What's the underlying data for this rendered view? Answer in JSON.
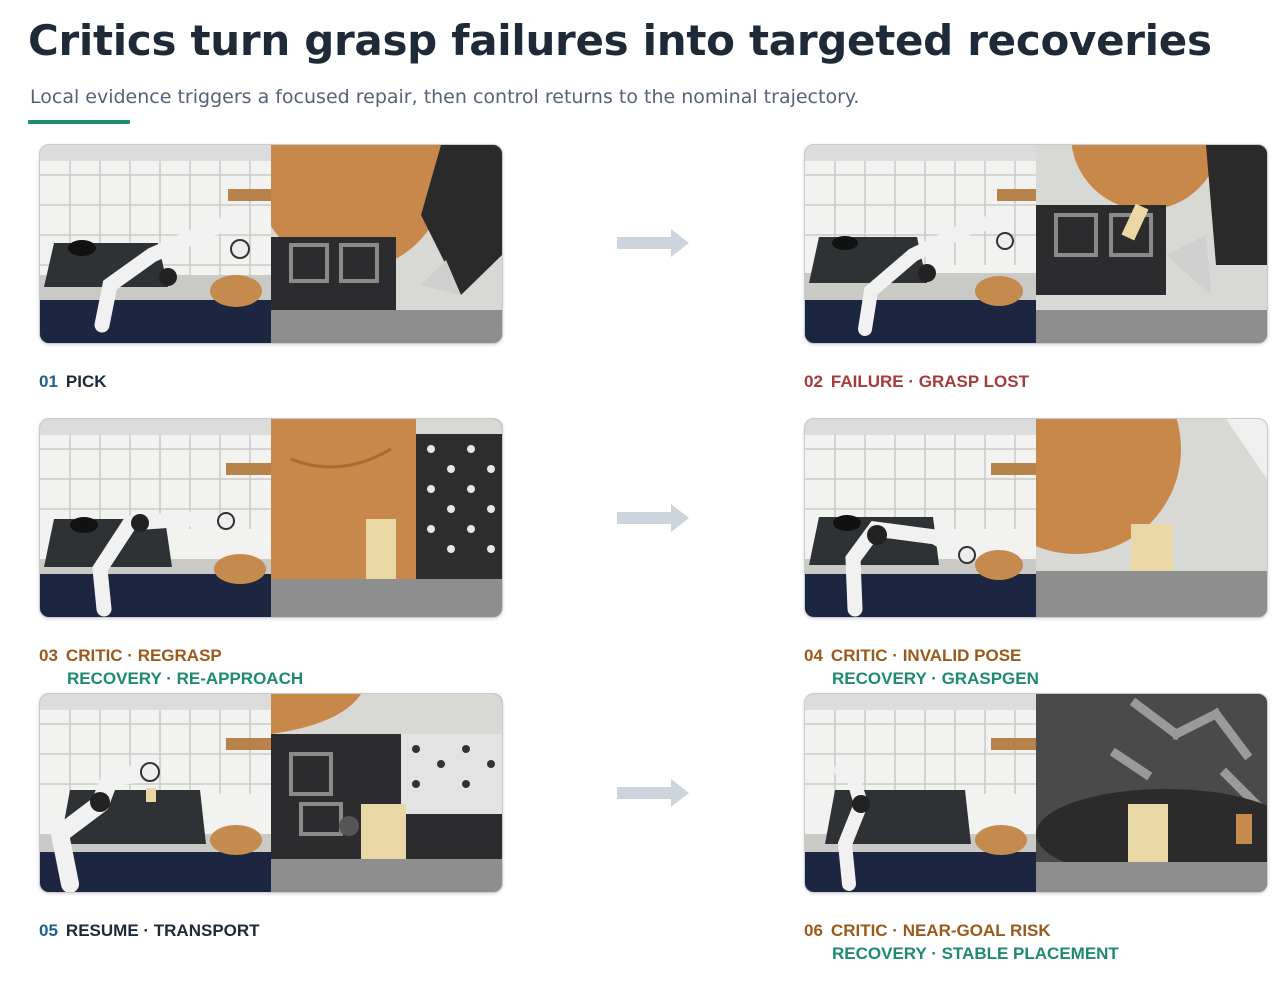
{
  "header": {
    "title": "Critics turn grasp failures into targeted recoveries",
    "subtitle": "Local evidence triggers a focused repair, then control returns to the nominal trajectory.",
    "accent_color": "#1e8a70"
  },
  "steps": [
    {
      "num": "01",
      "label": "PICK",
      "num_color": "#1f5f8b",
      "label_color": "#1e2a38"
    },
    {
      "num": "02",
      "label": "FAILURE · GRASP LOST",
      "num_color": "#a53c3c",
      "label_color": "#a53c3c"
    },
    {
      "num": "03",
      "label": "CRITIC · REGRASP",
      "recovery": "RECOVERY · RE-APPROACH",
      "num_color": "#9b5a1c",
      "label_color": "#9b5a1c",
      "recovery_color": "#1e8a70"
    },
    {
      "num": "04",
      "label": "CRITIC · INVALID POSE",
      "recovery": "RECOVERY · GRASPGEN",
      "num_color": "#9b5a1c",
      "label_color": "#9b5a1c",
      "recovery_color": "#1e8a70"
    },
    {
      "num": "05",
      "label": "RESUME · TRANSPORT",
      "num_color": "#1f5f8b",
      "label_color": "#1e2a38"
    },
    {
      "num": "06",
      "label": "CRITIC · NEAR-GOAL RISK",
      "recovery": "RECOVERY · STABLE PLACEMENT",
      "num_color": "#9b5a1c",
      "label_color": "#9b5a1c",
      "recovery_color": "#1e8a70"
    }
  ],
  "arrow_icon": "right-arrow-icon",
  "arrow_color": "#cdd4dd"
}
